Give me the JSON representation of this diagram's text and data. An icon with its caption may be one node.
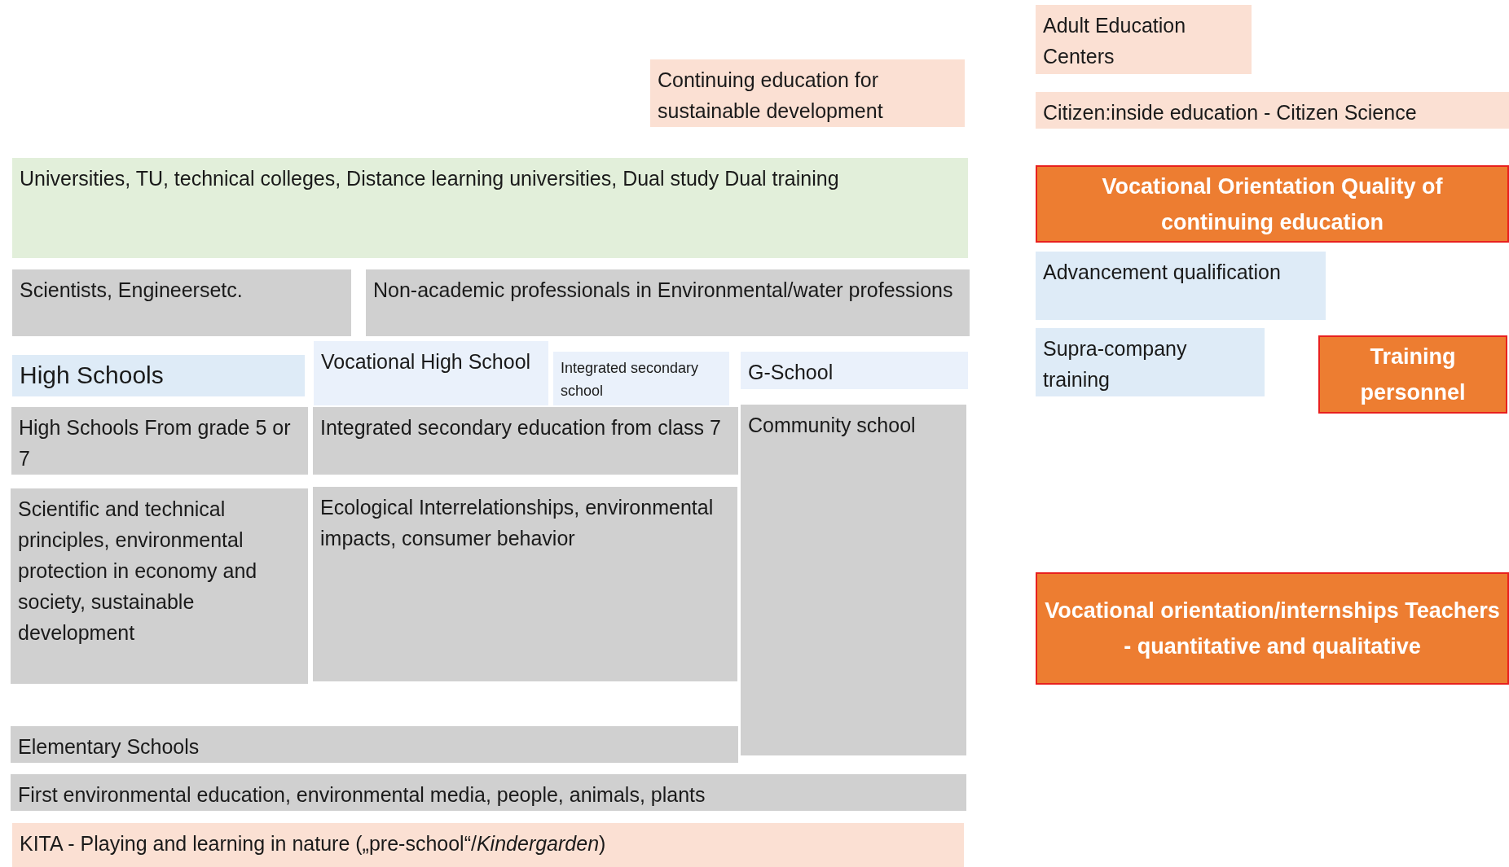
{
  "diagram": {
    "nodes": [
      {
        "text": [
          "Adult Education Centers"
        ]
      },
      {
        "text": [
          "Continuing education for sustainable development"
        ]
      },
      {
        "text": [
          "Citizen:inside education - Citizen Science"
        ]
      },
      {
        "text": [
          "Universities, TU, technical colleges, Distance learning universities, Dual study Dual training"
        ]
      },
      {
        "text": [
          "Vocational Orientation Quality of continuing education"
        ]
      },
      {
        "text": [
          "Scientists, Engineersetc."
        ]
      },
      {
        "text": [
          "Non-academic professionals in Environmental/water professions"
        ]
      },
      {
        "text": [
          "Advancement qualification"
        ]
      },
      {
        "text": [
          "High Schools"
        ]
      },
      {
        "text": [
          "Vocational High School"
        ]
      },
      {
        "text": [
          "Integrated secondary school"
        ]
      },
      {
        "text": [
          "G-School"
        ]
      },
      {
        "text": [
          "Supra-company training"
        ]
      },
      {
        "text": [
          "Training personnel"
        ]
      },
      {
        "text": [
          "High Schools From grade 5 or 7"
        ]
      },
      {
        "text": [
          "Integrated secondary education from class 7"
        ]
      },
      {
        "text": [
          "Community school"
        ]
      },
      {
        "text": [
          "Scientific and technical principles, environmental protection in economy and society, sustainable development"
        ]
      },
      {
        "text": [
          "Ecological Interrelationships, environmental impacts, consumer behavior"
        ]
      },
      {
        "text": [
          "Vocational orientation/internships Teachers - quantitative and qualitative"
        ]
      },
      {
        "text": [
          "Elementary Schools"
        ]
      },
      {
        "text": [
          "First environmental education, environmental media, people, animals, plants"
        ]
      },
      {
        "text": [
          "KITA - Playing and learning in nature („pre-school“/*Kindergarden*)"
        ]
      }
    ]
  }
}
